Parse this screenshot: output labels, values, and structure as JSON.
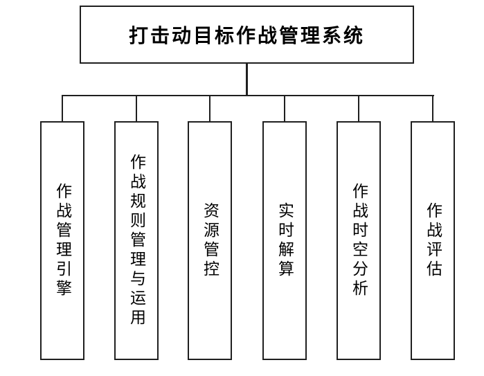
{
  "tree": {
    "root": {
      "label": "打击动目标作战管理系统"
    },
    "children": [
      {
        "label": "作战管理引擎"
      },
      {
        "label": "作战规则管理与运用"
      },
      {
        "label": "资源管控"
      },
      {
        "label": "实时解算"
      },
      {
        "label": "作战时空分析"
      },
      {
        "label": "作战评估"
      }
    ]
  },
  "colors": {
    "line": "#1f1f1f",
    "background": "#ffffff",
    "text": "#000000"
  }
}
